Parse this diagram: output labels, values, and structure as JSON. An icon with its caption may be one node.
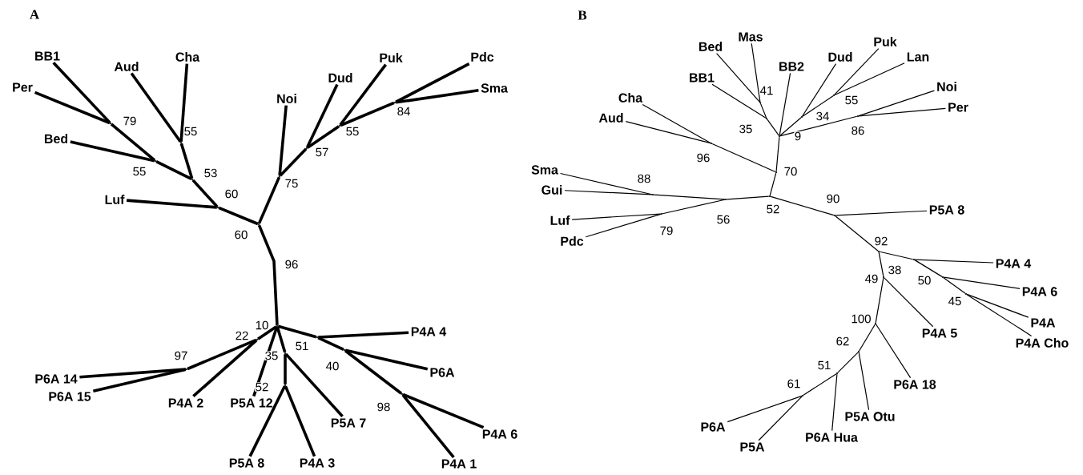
{
  "diagram": {
    "nodes": [
      {
        "text": [
          "BB1"
        ]
      },
      {
        "text": [
          "Per"
        ]
      },
      {
        "text": [
          "Aud"
        ]
      },
      {
        "text": [
          "Cha"
        ]
      },
      {
        "text": [
          "Bed"
        ]
      },
      {
        "text": [
          "Luf"
        ]
      },
      {
        "text": [
          "Noi"
        ]
      },
      {
        "text": [
          "Dud"
        ]
      },
      {
        "text": [
          "Puk"
        ]
      },
      {
        "text": [
          "Pdc"
        ]
      },
      {
        "text": [
          "Sma"
        ]
      },
      {
        "text": [
          "P4A 4"
        ]
      },
      {
        "text": [
          "P6A"
        ]
      },
      {
        "text": [
          "P6A 14"
        ]
      },
      {
        "text": [
          "P6A 15"
        ]
      },
      {
        "text": [
          "P4A 2"
        ]
      },
      {
        "text": [
          "P5A 12"
        ]
      },
      {
        "text": [
          "P5A 7"
        ]
      },
      {
        "text": [
          "P4A 6"
        ]
      },
      {
        "text": [
          "P5A 8"
        ]
      },
      {
        "text": [
          "P4A 3"
        ]
      },
      {
        "text": [
          "P4A 1"
        ]
      },
      {
        "text": [],
        "shape": "point"
      },
      {
        "text": [],
        "shape": "point"
      },
      {
        "text": [],
        "shape": "point"
      },
      {
        "text": [],
        "shape": "point"
      },
      {
        "text": [],
        "shape": "point"
      },
      {
        "text": [],
        "shape": "point"
      },
      {
        "text": [],
        "shape": "point"
      },
      {
        "text": [],
        "shape": "point"
      },
      {
        "text": [],
        "shape": "point"
      },
      {
        "text": [],
        "shape": "point"
      },
      {
        "text": [],
        "shape": "point"
      },
      {
        "text": [],
        "shape": "point"
      },
      {
        "text": [],
        "shape": "point"
      },
      {
        "text": [],
        "shape": "point"
      },
      {
        "text": [],
        "shape": "point"
      },
      {
        "text": [],
        "shape": "point"
      },
      {
        "text": [],
        "shape": "point"
      },
      {
        "text": [],
        "shape": "point"
      },
      {
        "text": [
          "Bed"
        ]
      },
      {
        "text": [
          "Mas"
        ]
      },
      {
        "text": [
          "BB1"
        ]
      },
      {
        "text": [
          "BB2"
        ]
      },
      {
        "text": [
          "Dud"
        ]
      },
      {
        "text": [
          "Puk"
        ]
      },
      {
        "text": [
          "Lan"
        ]
      },
      {
        "text": [
          "Noi"
        ]
      },
      {
        "text": [
          "Per"
        ]
      },
      {
        "text": [
          "Cha"
        ]
      },
      {
        "text": [
          "Aud"
        ]
      },
      {
        "text": [
          "Sma"
        ]
      },
      {
        "text": [
          "Gui"
        ]
      },
      {
        "text": [
          "Luf"
        ]
      },
      {
        "text": [
          "Pdc"
        ]
      },
      {
        "text": [
          "P5A 8"
        ]
      },
      {
        "text": [
          "P4A 4"
        ]
      },
      {
        "text": [
          "P4A 6"
        ]
      },
      {
        "text": [
          "P4A"
        ]
      },
      {
        "text": [
          "P4A Cho"
        ]
      },
      {
        "text": [
          "P4A 5"
        ]
      },
      {
        "text": [
          "P6A 18"
        ]
      },
      {
        "text": [
          "P5A Otu"
        ]
      },
      {
        "text": [
          "P6A Hua"
        ]
      },
      {
        "text": [
          "P6A"
        ]
      },
      {
        "text": [
          "P5A"
        ]
      },
      {
        "text": [],
        "shape": "point"
      },
      {
        "text": [],
        "shape": "point"
      },
      {
        "text": [],
        "shape": "point"
      },
      {
        "text": [],
        "shape": "point"
      },
      {
        "text": [],
        "shape": "point"
      },
      {
        "text": [],
        "shape": "point"
      },
      {
        "text": [],
        "shape": "point"
      },
      {
        "text": [],
        "shape": "point"
      },
      {
        "text": [],
        "shape": "point"
      },
      {
        "text": [],
        "shape": "point"
      },
      {
        "text": [],
        "shape": "point"
      },
      {
        "text": [],
        "shape": "point"
      },
      {
        "text": [],
        "shape": "point"
      },
      {
        "text": [],
        "shape": "point"
      },
      {
        "text": [],
        "shape": "point"
      },
      {
        "text": [],
        "shape": "point"
      },
      {
        "text": [],
        "shape": "point"
      },
      {
        "text": [],
        "shape": "point"
      },
      {
        "text": [],
        "shape": "point"
      },
      {
        "text": [],
        "shape": "point"
      },
      {
        "text": [],
        "shape": "point"
      },
      {
        "text": [],
        "shape": "point"
      }
    ],
    "edges": [
      {
        "from": 22,
        "to": 0,
        "arrow": "none",
        "style": "thick"
      },
      {
        "from": 22,
        "to": 1,
        "arrow": "none",
        "style": "thick"
      },
      {
        "from": 23,
        "to": 22,
        "arrow": "none",
        "style": "thick"
      },
      {
        "from": 23,
        "to": 4,
        "arrow": "none",
        "style": "thick"
      },
      {
        "from": 25,
        "to": 23,
        "arrow": "none",
        "style": "thick"
      },
      {
        "from": 24,
        "to": 2,
        "arrow": "none",
        "style": "thick"
      },
      {
        "from": 24,
        "to": 3,
        "arrow": "none",
        "style": "thick"
      },
      {
        "from": 25,
        "to": 24,
        "arrow": "none",
        "style": "thick"
      },
      {
        "from": 26,
        "to": 25,
        "arrow": "none",
        "style": "thick"
      },
      {
        "from": 26,
        "to": 5,
        "arrow": "none",
        "style": "thick"
      },
      {
        "from": 27,
        "to": 26,
        "arrow": "none",
        "style": "thick"
      },
      {
        "from": 27,
        "to": 28,
        "arrow": "none",
        "style": "thick"
      },
      {
        "from": 28,
        "to": 6,
        "arrow": "none",
        "style": "thick"
      },
      {
        "from": 28,
        "to": 29,
        "arrow": "none",
        "style": "thick"
      },
      {
        "from": 29,
        "to": 7,
        "arrow": "none",
        "style": "thick"
      },
      {
        "from": 29,
        "to": 30,
        "arrow": "none",
        "style": "thick"
      },
      {
        "from": 30,
        "to": 8,
        "arrow": "none",
        "style": "thick"
      },
      {
        "from": 30,
        "to": 31,
        "arrow": "none",
        "style": "thick"
      },
      {
        "from": 31,
        "to": 9,
        "arrow": "none",
        "style": "thick"
      },
      {
        "from": 31,
        "to": 10,
        "arrow": "none",
        "style": "thick"
      },
      {
        "from": 27,
        "to": 32,
        "arrow": "none",
        "style": "thick"
      },
      {
        "from": 32,
        "to": 33,
        "arrow": "none",
        "style": "thick"
      },
      {
        "from": 33,
        "to": 34,
        "arrow": "none",
        "style": "thick"
      },
      {
        "from": 34,
        "to": 13,
        "arrow": "none",
        "style": "thick"
      },
      {
        "from": 34,
        "to": 14,
        "arrow": "none",
        "style": "thick"
      },
      {
        "from": 33,
        "to": 15,
        "arrow": "none",
        "style": "thick"
      },
      {
        "from": 32,
        "to": 16,
        "arrow": "none",
        "style": "thick"
      },
      {
        "from": 32,
        "to": 35,
        "arrow": "none",
        "style": "thick"
      },
      {
        "from": 35,
        "to": 36,
        "arrow": "none",
        "style": "thick"
      },
      {
        "from": 36,
        "to": 19,
        "arrow": "none",
        "style": "thick"
      },
      {
        "from": 36,
        "to": 20,
        "arrow": "none",
        "style": "thick"
      },
      {
        "from": 35,
        "to": 17,
        "arrow": "none",
        "style": "thick"
      },
      {
        "from": 32,
        "to": 37,
        "arrow": "none",
        "style": "thick"
      },
      {
        "from": 37,
        "to": 11,
        "arrow": "none",
        "style": "thick"
      },
      {
        "from": 37,
        "to": 38,
        "arrow": "none",
        "style": "thick"
      },
      {
        "from": 38,
        "to": 12,
        "arrow": "none",
        "style": "thick"
      },
      {
        "from": 38,
        "to": 39,
        "arrow": "none",
        "style": "thick"
      },
      {
        "from": 39,
        "to": 18,
        "arrow": "none",
        "style": "thick"
      },
      {
        "from": 39,
        "to": 21,
        "arrow": "none",
        "style": "thick"
      },
      {
        "from": 66,
        "to": 40,
        "arrow": "none"
      },
      {
        "from": 66,
        "to": 41,
        "arrow": "none"
      },
      {
        "from": 67,
        "to": 66,
        "arrow": "none"
      },
      {
        "from": 67,
        "to": 42,
        "arrow": "none"
      },
      {
        "from": 68,
        "to": 67,
        "arrow": "none"
      },
      {
        "from": 68,
        "to": 43,
        "arrow": "none"
      },
      {
        "from": 68,
        "to": 69,
        "arrow": "none"
      },
      {
        "from": 69,
        "to": 44,
        "arrow": "none"
      },
      {
        "from": 69,
        "to": 70,
        "arrow": "none"
      },
      {
        "from": 70,
        "to": 45,
        "arrow": "none"
      },
      {
        "from": 70,
        "to": 46,
        "arrow": "none"
      },
      {
        "from": 68,
        "to": 71,
        "arrow": "none"
      },
      {
        "from": 71,
        "to": 47,
        "arrow": "none"
      },
      {
        "from": 71,
        "to": 48,
        "arrow": "none"
      },
      {
        "from": 72,
        "to": 68,
        "arrow": "none"
      },
      {
        "from": 72,
        "to": 73,
        "arrow": "none"
      },
      {
        "from": 73,
        "to": 49,
        "arrow": "none"
      },
      {
        "from": 73,
        "to": 50,
        "arrow": "none"
      },
      {
        "from": 74,
        "to": 72,
        "arrow": "none"
      },
      {
        "from": 74,
        "to": 75,
        "arrow": "none"
      },
      {
        "from": 75,
        "to": 76,
        "arrow": "none"
      },
      {
        "from": 76,
        "to": 51,
        "arrow": "none"
      },
      {
        "from": 76,
        "to": 52,
        "arrow": "none"
      },
      {
        "from": 75,
        "to": 77,
        "arrow": "none"
      },
      {
        "from": 77,
        "to": 53,
        "arrow": "none"
      },
      {
        "from": 77,
        "to": 54,
        "arrow": "none"
      },
      {
        "from": 74,
        "to": 78,
        "arrow": "none"
      },
      {
        "from": 78,
        "to": 55,
        "arrow": "none"
      },
      {
        "from": 78,
        "to": 79,
        "arrow": "none"
      },
      {
        "from": 79,
        "to": 80,
        "arrow": "none"
      },
      {
        "from": 80,
        "to": 56,
        "arrow": "none"
      },
      {
        "from": 80,
        "to": 81,
        "arrow": "none"
      },
      {
        "from": 81,
        "to": 57,
        "arrow": "none"
      },
      {
        "from": 81,
        "to": 82,
        "arrow": "none"
      },
      {
        "from": 82,
        "to": 58,
        "arrow": "none"
      },
      {
        "from": 82,
        "to": 59,
        "arrow": "none"
      },
      {
        "from": 79,
        "to": 83,
        "arrow": "none"
      },
      {
        "from": 83,
        "to": 60,
        "arrow": "none"
      },
      {
        "from": 83,
        "to": 84,
        "arrow": "none"
      },
      {
        "from": 84,
        "to": 61,
        "arrow": "none"
      },
      {
        "from": 84,
        "to": 85,
        "arrow": "none"
      },
      {
        "from": 85,
        "to": 62,
        "arrow": "none"
      },
      {
        "from": 85,
        "to": 86,
        "arrow": "none"
      },
      {
        "from": 86,
        "to": 63,
        "arrow": "none"
      },
      {
        "from": 86,
        "to": 87,
        "arrow": "none"
      },
      {
        "from": 87,
        "to": 64,
        "arrow": "none"
      },
      {
        "from": 87,
        "to": 65,
        "arrow": "none"
      }
    ],
    "labels": [
      "A",
      "B",
      "79",
      "55",
      "57",
      "55",
      "84",
      "55",
      "53",
      "75",
      "60",
      "60",
      "96",
      "10",
      "22",
      "51",
      "97",
      "35",
      "40",
      "52",
      "98",
      "41",
      "55",
      "34",
      "35",
      "86",
      "9",
      "96",
      "70",
      "88",
      "90",
      "52",
      "56",
      "79",
      "92",
      "38",
      "49",
      "50",
      "45",
      "100",
      "62",
      "51",
      "61"
    ]
  }
}
